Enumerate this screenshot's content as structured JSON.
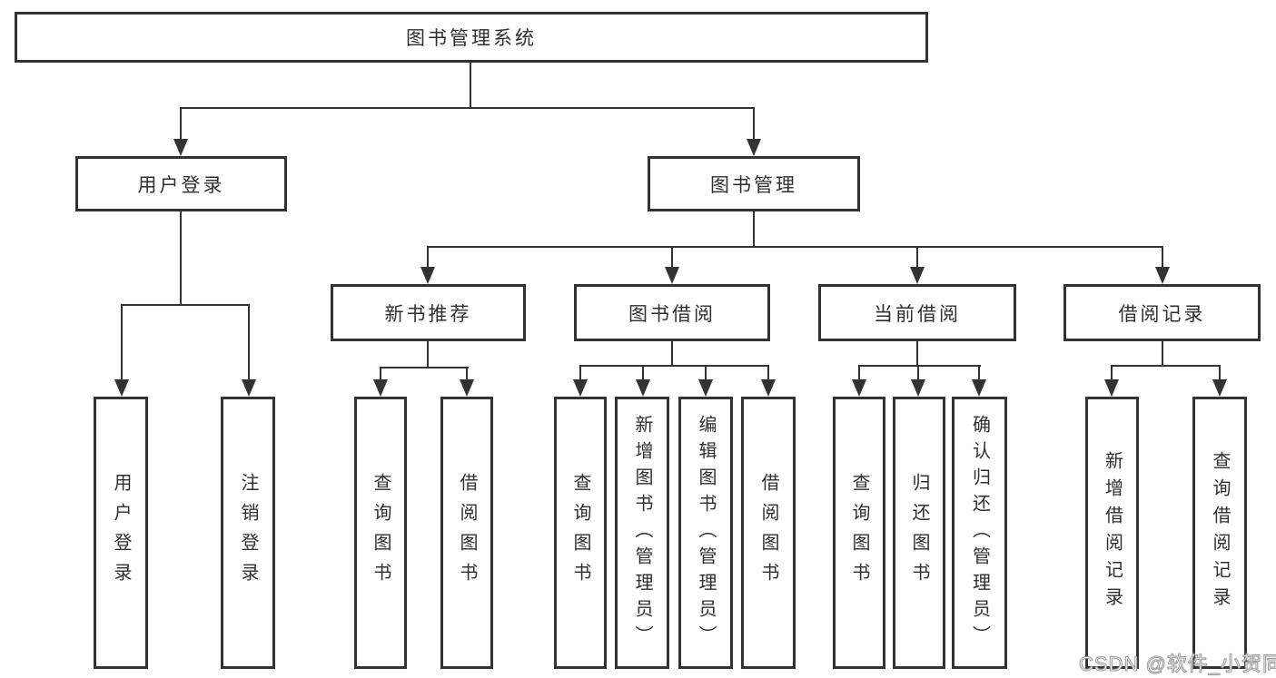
{
  "nodes": {
    "root": "图书管理系统",
    "user_login": "用户登录",
    "book_mgmt": "图书管理",
    "login": "用户登录",
    "logout": "注销登录",
    "new_book": "新书推荐",
    "book_borrow": "图书借阅",
    "current_borrow": "当前借阅",
    "borrow_records": "借阅记录",
    "nb_query": "查询图书",
    "nb_borrow": "借阅图书",
    "bb_query": "查询图书",
    "bb_add": "新增图书（管理员）",
    "bb_edit": "编辑图书（管理员）",
    "bb_borrow": "借阅图书",
    "cb_query": "查询图书",
    "cb_return": "归还图书",
    "cb_confirm": "确认归还（管理员）",
    "br_add": "新增借阅记录",
    "br_query": "查询借阅记录"
  },
  "watermark": "CSDN @软件_小贺同学",
  "colors": {
    "line": "#333333",
    "text": "#2f2f2f",
    "background": "#ffffff",
    "watermark_fill": "#ffffff",
    "watermark_outline": "#9e9e9e"
  }
}
